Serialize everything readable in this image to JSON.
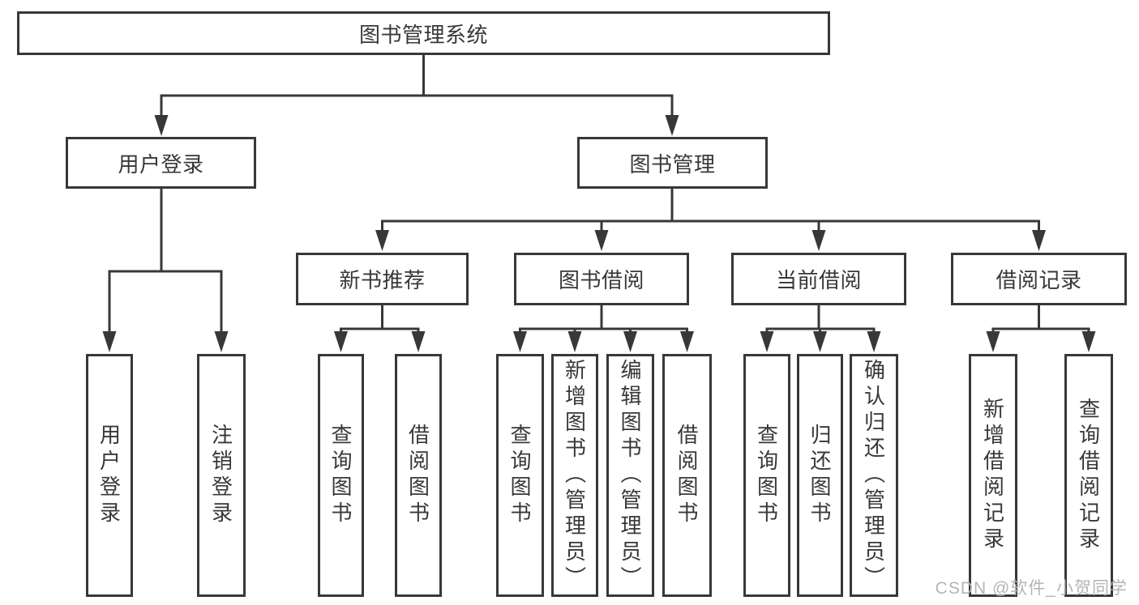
{
  "diagram_title": "图书管理系统",
  "tree": {
    "label": "图书管理系统",
    "children": [
      {
        "label": "用户登录",
        "children": [
          {
            "label": "用户登录"
          },
          {
            "label": "注销登录"
          }
        ]
      },
      {
        "label": "图书管理",
        "children": [
          {
            "label": "新书推荐",
            "children": [
              {
                "label": "查询图书"
              },
              {
                "label": "借阅图书"
              }
            ]
          },
          {
            "label": "图书借阅",
            "children": [
              {
                "label": "查询图书"
              },
              {
                "label": "新增图书（管理员）"
              },
              {
                "label": "编辑图书（管理员）"
              },
              {
                "label": "借阅图书"
              }
            ]
          },
          {
            "label": "当前借阅",
            "children": [
              {
                "label": "查询图书"
              },
              {
                "label": "归还图书"
              },
              {
                "label": "确认归还（管理员）"
              }
            ]
          },
          {
            "label": "借阅记录",
            "children": [
              {
                "label": "新增借阅记录"
              },
              {
                "label": "查询借阅记录"
              }
            ]
          }
        ]
      }
    ]
  },
  "watermark": "CSDN @软件_小贺同学",
  "colors": {
    "line": "#383838",
    "box_border": "#383838",
    "text": "#383838",
    "background": "#ffffff",
    "watermark": "#b5b5b5"
  }
}
